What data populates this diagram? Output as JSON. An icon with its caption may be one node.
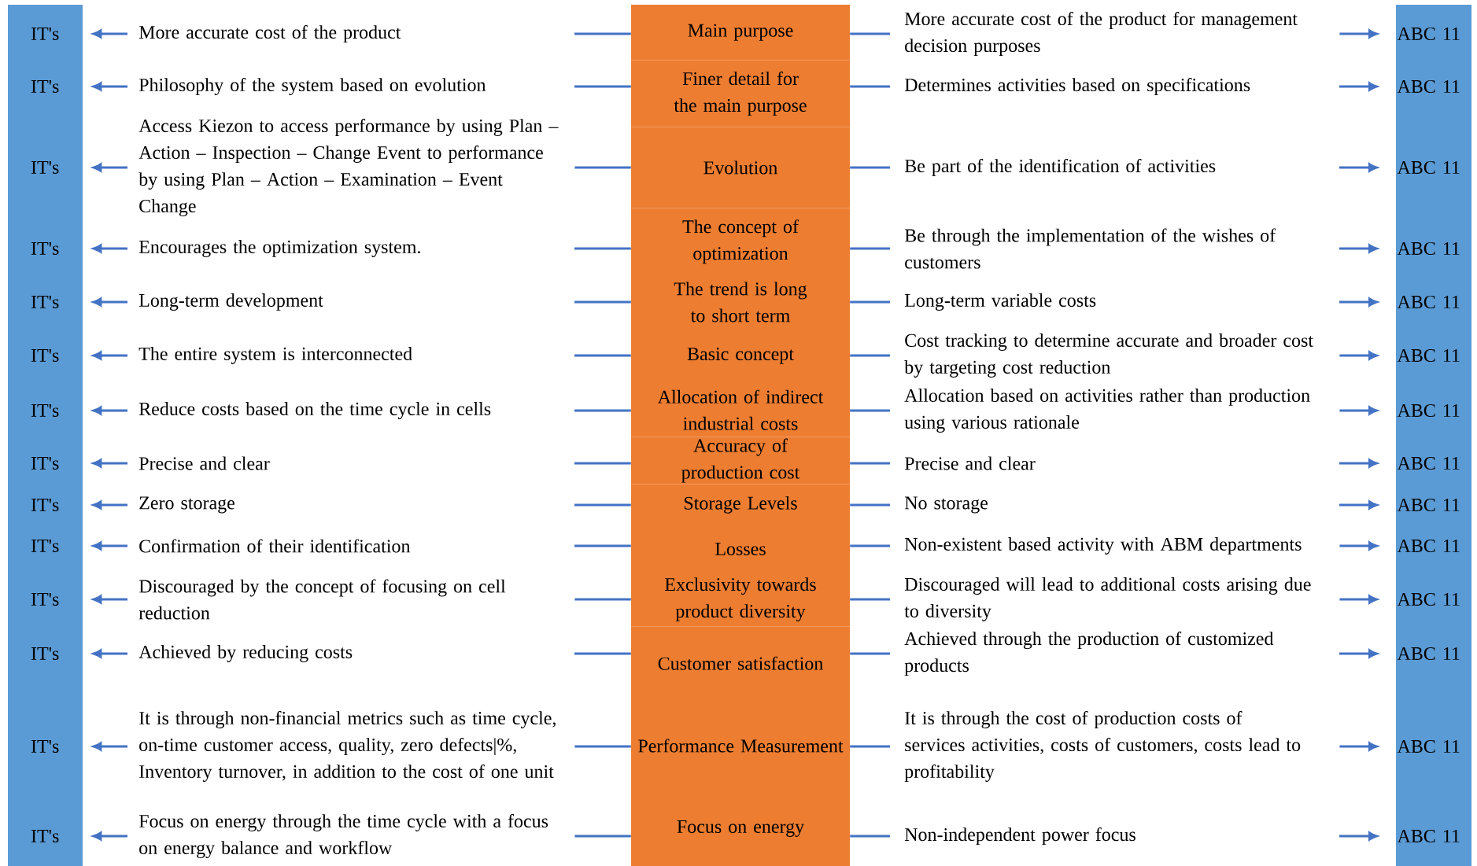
{
  "diagram": {
    "nodes": [
      {
        "text": [
          "IT's"
        ]
      },
      {
        "text": [
          "More accurate cost of the product"
        ]
      },
      {
        "text": [
          "Main purpose"
        ]
      },
      {
        "text": [
          "More accurate cost of the product for management decision purposes"
        ]
      },
      {
        "text": [
          "ABC 11"
        ]
      },
      {
        "text": [
          "IT's"
        ]
      },
      {
        "text": [
          "Philosophy of the system based on evolution"
        ]
      },
      {
        "text": [
          "Finer detail for the main purpose"
        ]
      },
      {
        "text": [
          "Determines activities based on specifications"
        ]
      },
      {
        "text": [
          "ABC 11"
        ]
      },
      {
        "text": [
          "IT's"
        ]
      },
      {
        "text": [
          "Access Kiezon to access performance by using Plan – Action – Inspection – Change Event to performance by using Plan – Action – Examination – Event Change"
        ]
      },
      {
        "text": [
          "Evolution"
        ]
      },
      {
        "text": [
          "Be part of the identification of activities"
        ]
      },
      {
        "text": [
          "ABC 11"
        ]
      },
      {
        "text": [
          "IT's"
        ]
      },
      {
        "text": [
          "Encourages the optimization system."
        ]
      },
      {
        "text": [
          "The concept of optimization"
        ]
      },
      {
        "text": [
          "Be through the implementation of the wishes of customers"
        ]
      },
      {
        "text": [
          "ABC 11"
        ]
      },
      {
        "text": [
          "IT's"
        ]
      },
      {
        "text": [
          "Long-term development"
        ]
      },
      {
        "text": [
          "The trend is long to short term"
        ]
      },
      {
        "text": [
          "Long-term variable costs"
        ]
      },
      {
        "text": [
          "ABC 11"
        ]
      },
      {
        "text": [
          "IT's"
        ]
      },
      {
        "text": [
          "The entire system is interconnected"
        ]
      },
      {
        "text": [
          "Basic concept"
        ]
      },
      {
        "text": [
          "Cost tracking to determine accurate and broader cost by targeting cost reduction"
        ]
      },
      {
        "text": [
          "ABC 11"
        ]
      },
      {
        "text": [
          "IT's"
        ]
      },
      {
        "text": [
          "Reduce costs based on the time cycle in cells"
        ]
      },
      {
        "text": [
          "Allocation of indirect industrial costs"
        ]
      },
      {
        "text": [
          "Allocation based on activities rather than production using various rationale"
        ]
      },
      {
        "text": [
          "ABC 11"
        ]
      },
      {
        "text": [
          "IT's"
        ]
      },
      {
        "text": [
          "Precise and clear"
        ]
      },
      {
        "text": [
          "Accuracy of production cost"
        ]
      },
      {
        "text": [
          "Precise and clear"
        ]
      },
      {
        "text": [
          "ABC 11"
        ]
      },
      {
        "text": [
          "IT's"
        ]
      },
      {
        "text": [
          "Zero storage"
        ]
      },
      {
        "text": [
          "Storage Levels"
        ]
      },
      {
        "text": [
          "No storage"
        ]
      },
      {
        "text": [
          "ABC 11"
        ]
      },
      {
        "text": [
          "IT's"
        ]
      },
      {
        "text": [
          "Confirmation of their identification"
        ]
      },
      {
        "text": [
          "Losses"
        ]
      },
      {
        "text": [
          "Non-existent based activity with ABM departments"
        ]
      },
      {
        "text": [
          "ABC 11"
        ]
      },
      {
        "text": [
          "IT's"
        ]
      },
      {
        "text": [
          "Discouraged by the concept of focusing on cell reduction"
        ]
      },
      {
        "text": [
          "Exclusivity towards product diversity"
        ]
      },
      {
        "text": [
          "Discouraged will lead to additional costs arising due to diversity"
        ]
      },
      {
        "text": [
          "ABC 11"
        ]
      },
      {
        "text": [
          "IT's"
        ]
      },
      {
        "text": [
          "Achieved by reducing costs"
        ]
      },
      {
        "text": [
          "Customer satisfaction"
        ]
      },
      {
        "text": [
          "Achieved through the production of customized products"
        ]
      },
      {
        "text": [
          "ABC 11"
        ]
      },
      {
        "text": [
          "IT's"
        ]
      },
      {
        "text": [
          "It is through non-financial metrics such as time cycle, on-time customer access, quality, zero defects|%, Inventory turnover, in addition to the cost of one unit"
        ]
      },
      {
        "text": [
          "Performance Measurement"
        ]
      },
      {
        "text": [
          "It is through the cost of production costs of services activities, costs of customers, costs lead to profitability"
        ]
      },
      {
        "text": [
          "ABC 11"
        ]
      },
      {
        "text": [
          "IT's"
        ]
      },
      {
        "text": [
          "Focus on energy through the time cycle with a focus on energy balance and workflow"
        ]
      },
      {
        "text": [
          "Focus on energy"
        ]
      },
      {
        "text": [
          "Non-independent power focus"
        ]
      },
      {
        "text": [
          "ABC 11"
        ]
      }
    ],
    "edges": [
      {
        "from": 1,
        "to": 0,
        "arrow": "to"
      },
      {
        "from": 2,
        "to": null,
        "arrow": "none"
      },
      {
        "from": 2,
        "to": 3,
        "arrow": "none"
      },
      {
        "from": 3,
        "to": 4,
        "arrow": "to"
      },
      {
        "from": 6,
        "to": 5,
        "arrow": "to"
      },
      {
        "from": 7,
        "to": null,
        "arrow": "none"
      },
      {
        "from": 7,
        "to": 8,
        "arrow": "none"
      },
      {
        "from": null,
        "to": 9,
        "arrow": "to"
      },
      {
        "from": 11,
        "to": 10,
        "arrow": "to"
      },
      {
        "from": 12,
        "to": 11,
        "arrow": "none"
      },
      {
        "from": 12,
        "to": 13,
        "arrow": "none"
      },
      {
        "from": null,
        "to": 14,
        "arrow": "to"
      },
      {
        "from": 16,
        "to": 15,
        "arrow": "to"
      },
      {
        "from": 17,
        "to": null,
        "arrow": "none"
      },
      {
        "from": 17,
        "to": 18,
        "arrow": "none"
      },
      {
        "from": null,
        "to": 19,
        "arrow": "to"
      },
      {
        "from": 21,
        "to": 20,
        "arrow": "to"
      },
      {
        "from": 22,
        "to": null,
        "arrow": "none"
      },
      {
        "from": 22,
        "to": 23,
        "arrow": "none"
      },
      {
        "from": null,
        "to": 24,
        "arrow": "to"
      },
      {
        "from": 26,
        "to": 25,
        "arrow": "to"
      },
      {
        "from": 27,
        "to": null,
        "arrow": "none"
      },
      {
        "from": 27,
        "to": 28,
        "arrow": "none"
      },
      {
        "from": 28,
        "to": 29,
        "arrow": "to"
      },
      {
        "from": 31,
        "to": 30,
        "arrow": "to"
      },
      {
        "from": 32,
        "to": null,
        "arrow": "none"
      },
      {
        "from": 32,
        "to": 33,
        "arrow": "none"
      },
      {
        "from": 33,
        "to": 34,
        "arrow": "to"
      },
      {
        "from": 36,
        "to": 35,
        "arrow": "to"
      },
      {
        "from": 37,
        "to": null,
        "arrow": "none"
      },
      {
        "from": 37,
        "to": 38,
        "arrow": "none"
      },
      {
        "from": null,
        "to": 39,
        "arrow": "to"
      },
      {
        "from": 41,
        "to": 40,
        "arrow": "to"
      },
      {
        "from": 42,
        "to": null,
        "arrow": "none"
      },
      {
        "from": 42,
        "to": 43,
        "arrow": "none"
      },
      {
        "from": null,
        "to": 44,
        "arrow": "to"
      },
      {
        "from": 46,
        "to": 45,
        "arrow": "to"
      },
      {
        "from": 47,
        "to": null,
        "arrow": "none"
      },
      {
        "from": 47,
        "to": 48,
        "arrow": "none"
      },
      {
        "from": 48,
        "to": 49,
        "arrow": "to"
      },
      {
        "from": 51,
        "to": 50,
        "arrow": "to"
      },
      {
        "from": 52,
        "to": 51,
        "arrow": "none"
      },
      {
        "from": 52,
        "to": 53,
        "arrow": "none"
      },
      {
        "from": 53,
        "to": 54,
        "arrow": "to"
      },
      {
        "from": 56,
        "to": 55,
        "arrow": "to"
      },
      {
        "from": 57,
        "to": null,
        "arrow": "none"
      },
      {
        "from": 57,
        "to": 58,
        "arrow": "none"
      },
      {
        "from": null,
        "to": 59,
        "arrow": "to"
      },
      {
        "from": 61,
        "to": 60,
        "arrow": "to"
      },
      {
        "from": 62,
        "to": 61,
        "arrow": "none"
      },
      {
        "from": 62,
        "to": 63,
        "arrow": "none"
      },
      {
        "from": 63,
        "to": 64,
        "arrow": "to"
      },
      {
        "from": 66,
        "to": 65,
        "arrow": "to"
      },
      {
        "from": 67,
        "to": 66,
        "arrow": "none"
      },
      {
        "from": 67,
        "to": 68,
        "arrow": "none"
      },
      {
        "from": null,
        "to": 69,
        "arrow": "to"
      }
    ]
  }
}
